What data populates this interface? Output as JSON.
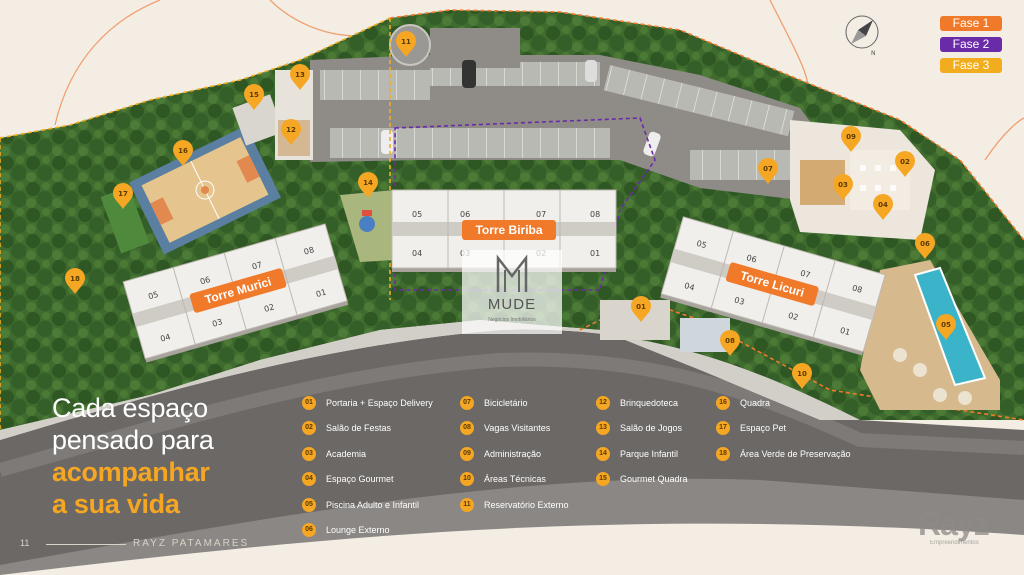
{
  "phases": {
    "phase1": "Fase 1",
    "phase2": "Fase 2",
    "phase3": "Fase 3"
  },
  "colors": {
    "phase1": "#f07a2a",
    "phase2": "#6a2ba8",
    "phase3": "#f2ad1e",
    "accent": "#f5a623"
  },
  "towers": {
    "biriba": "Torre Biriba",
    "murici": "Torre Murici",
    "licuri": "Torre Licuri"
  },
  "units": {
    "biriba": [
      "05",
      "06",
      "07",
      "08",
      "04",
      "03",
      "02",
      "01"
    ],
    "murici": [
      "08",
      "07",
      "06",
      "05",
      "01",
      "02",
      "03",
      "04"
    ],
    "licuri": [
      "05",
      "06",
      "07",
      "08",
      "04",
      "03",
      "02",
      "01"
    ]
  },
  "pins": [
    "01",
    "02",
    "03",
    "04",
    "05",
    "06",
    "07",
    "08",
    "09",
    "10",
    "11",
    "12",
    "13",
    "14",
    "15",
    "16",
    "17",
    "18"
  ],
  "headline": {
    "line1": "Cada espaço",
    "line2": "pensado para",
    "line3": "acompanhar",
    "line4": "a sua vida"
  },
  "legend": {
    "col1": [
      {
        "num": "01",
        "label": "Portaria + Espaço Delivery"
      },
      {
        "num": "02",
        "label": "Salão de Festas"
      },
      {
        "num": "03",
        "label": "Academia"
      },
      {
        "num": "04",
        "label": "Espaço Gourmet"
      },
      {
        "num": "05",
        "label": "Piscina Adulto e Infantil"
      },
      {
        "num": "06",
        "label": "Lounge Externo"
      }
    ],
    "col2": [
      {
        "num": "07",
        "label": "Bicicletário"
      },
      {
        "num": "08",
        "label": "Vagas Visitantes"
      },
      {
        "num": "09",
        "label": "Administração"
      },
      {
        "num": "10",
        "label": "Áreas Técnicas"
      },
      {
        "num": "11",
        "label": "Reservatório Externo"
      }
    ],
    "col3": [
      {
        "num": "12",
        "label": "Brinquedoteca"
      },
      {
        "num": "13",
        "label": "Salão de Jogos"
      },
      {
        "num": "14",
        "label": "Parque Infantil"
      },
      {
        "num": "15",
        "label": "Gourmet Quadra"
      }
    ],
    "col4": [
      {
        "num": "16",
        "label": "Quadra"
      },
      {
        "num": "17",
        "label": "Espaço Pet"
      },
      {
        "num": "18",
        "label": "Área Verde de Preservação"
      }
    ]
  },
  "footer": {
    "page": "11",
    "project": "RAYZ PATAMARES"
  },
  "brand": {
    "logo": "Rayz",
    "sub": "Empreendimentos"
  },
  "watermark": {
    "text": "MUDE",
    "sub": "Negócios Imobiliários"
  },
  "icons": {
    "compass": "compass-icon",
    "pin": "map-pin-icon"
  }
}
